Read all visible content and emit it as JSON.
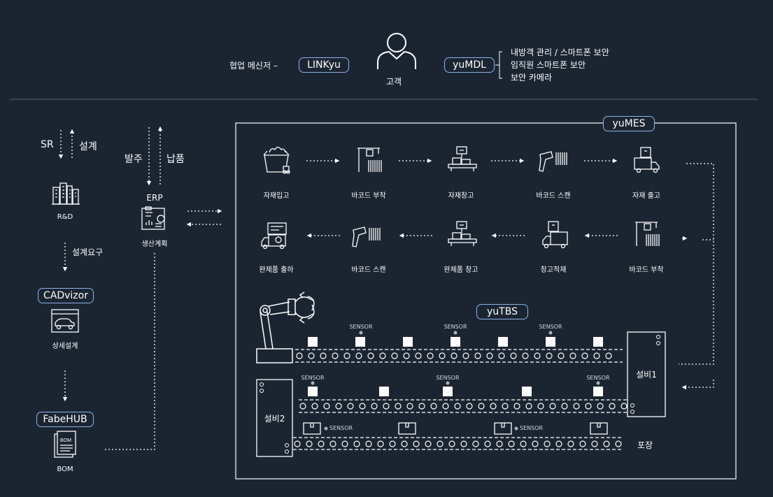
{
  "header": {
    "messenger_label": "협업 메신저 –",
    "linkyu": "LINKyu",
    "customer": "고객",
    "yumdl": "yuMDL",
    "yumdl_features": [
      "내방객 관리 / 스마트폰 보안",
      "임직원 스마트폰 보안",
      "보안 카메라"
    ]
  },
  "left": {
    "sr": "SR",
    "design": "설계",
    "rnd": "R&D",
    "design_request": "설계요구",
    "cadvizor": "CADvizor",
    "detail_design": "상세설계",
    "fabehub": "FabeHUB",
    "bom": "BOM",
    "order": "발주",
    "delivery": "납품",
    "erp": "ERP",
    "production_plan": "생산계획"
  },
  "yumes": {
    "title": "yuMES",
    "row1": [
      "자재입고",
      "바코드 부착",
      "자재창고",
      "바코드 스캔",
      "자재 출고"
    ],
    "row2": [
      "완제품 출하",
      "바코드 스캔",
      "완제품 창고",
      "창고적재",
      "바코드 부착"
    ]
  },
  "yutbs": {
    "title": "yuTBS",
    "sensor": "SENSOR",
    "equipment1": "설비1",
    "equipment2": "설비2",
    "packaging": "포장"
  },
  "colors": {
    "background": "#1b2532",
    "accent": "#8fb3e6",
    "line": "#ffffff"
  }
}
